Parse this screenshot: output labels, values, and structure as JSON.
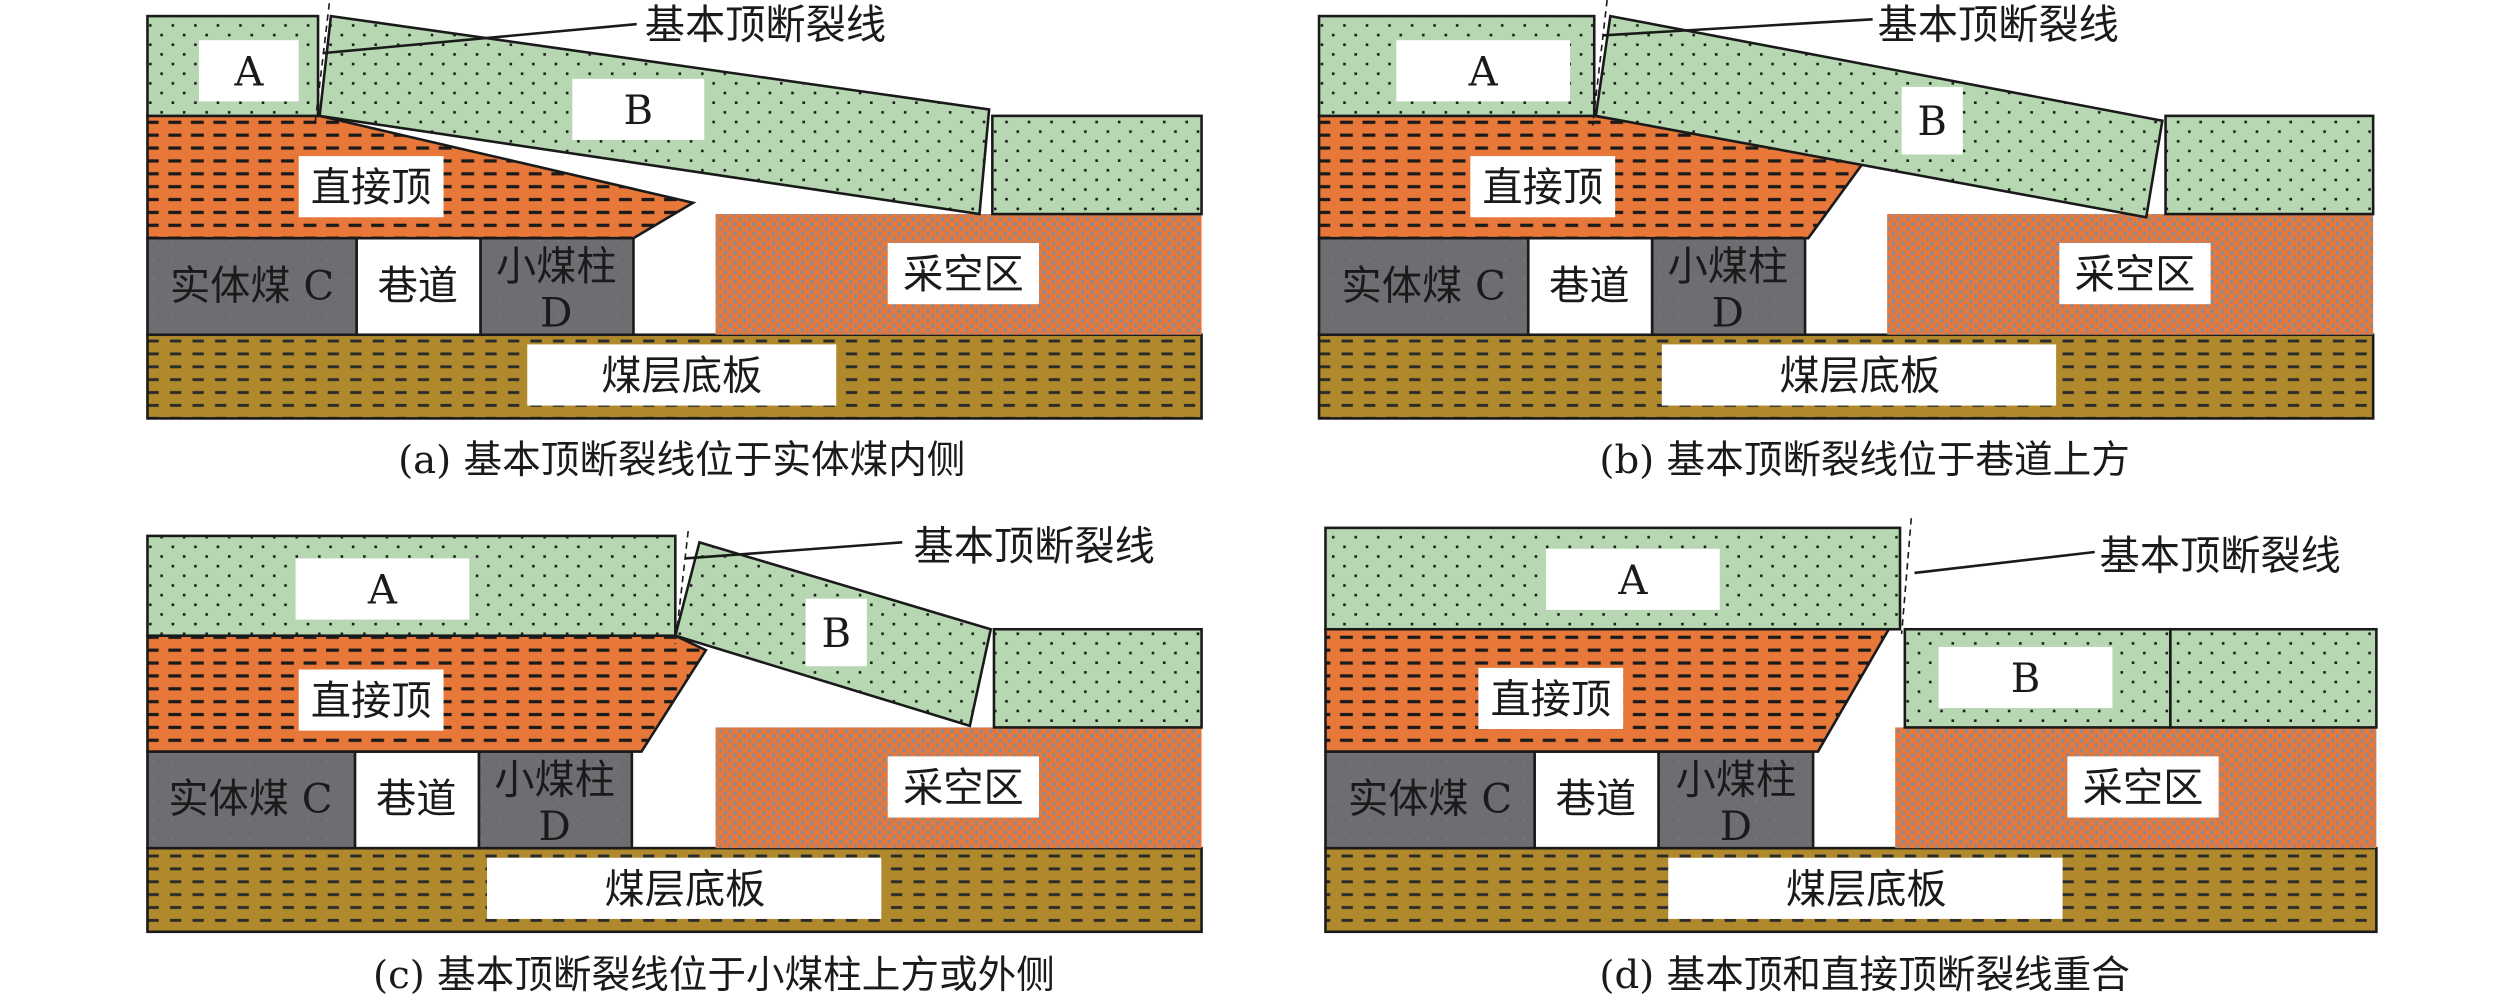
{
  "colors": {
    "main_roof": "#b6d7b1",
    "immediate_roof": "#e8773a",
    "coal": "#6d6d72",
    "floor": "#b0892d",
    "goaf": "#e8773a",
    "goaf_dots": "#8a8a92"
  },
  "labels": {
    "block_a": "A",
    "block_b": "B",
    "immediate_roof": "直接顶",
    "solid_coal": "实体煤 C",
    "roadway": "巷道",
    "small_pillar_line1": "小煤柱",
    "small_pillar_line2": "D",
    "goaf": "采空区",
    "floor": "煤层底板",
    "fracture_line": "基本顶断裂线"
  },
  "panels": [
    {
      "id": "a",
      "caption": "(a) 基本顶断裂线位于实体煤内侧"
    },
    {
      "id": "b",
      "caption": "(b) 基本顶断裂线位于巷道上方"
    },
    {
      "id": "c",
      "caption": "(c) 基本顶断裂线位于小煤柱上方或外侧"
    },
    {
      "id": "d",
      "caption": "(d) 基本顶和直接顶断裂线重合"
    }
  ]
}
